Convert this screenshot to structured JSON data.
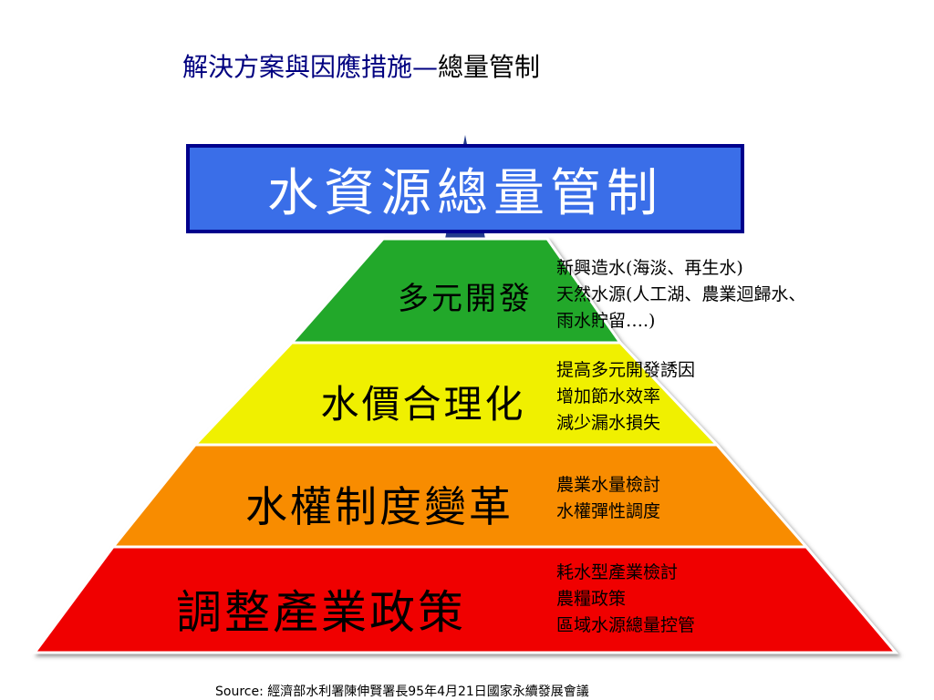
{
  "title": {
    "main": "解決方案與因應措施",
    "dash": "—",
    "rest": "總量管制"
  },
  "apex": {
    "label": "水資源總量管制",
    "fill": "#3a6ee8",
    "border": "#00008c"
  },
  "tiers": [
    {
      "label": "多元開發",
      "fill": "#22a82a",
      "notes": [
        "新興造水(海淡、再生水)",
        "天然水源(人工湖、農業迴歸水、",
        "雨水貯留….)"
      ]
    },
    {
      "label": "水價合理化",
      "fill": "#f0f000",
      "notes": [
        "提高多元開發誘因",
        "增加節水效率",
        "減少漏水損失"
      ]
    },
    {
      "label": "水權制度變革",
      "fill": "#f88c00",
      "notes": [
        "農業水量檢討",
        "水權彈性調度"
      ]
    },
    {
      "label": "調整產業政策",
      "fill": "#f00000",
      "notes": [
        "耗水型產業檢討",
        "農糧政策",
        "區域水源總量控管"
      ]
    }
  ],
  "source": {
    "prefix": "Source: ",
    "text": "經濟部水利署陳伸賢署長95年4月21日國家永續發展會議"
  }
}
